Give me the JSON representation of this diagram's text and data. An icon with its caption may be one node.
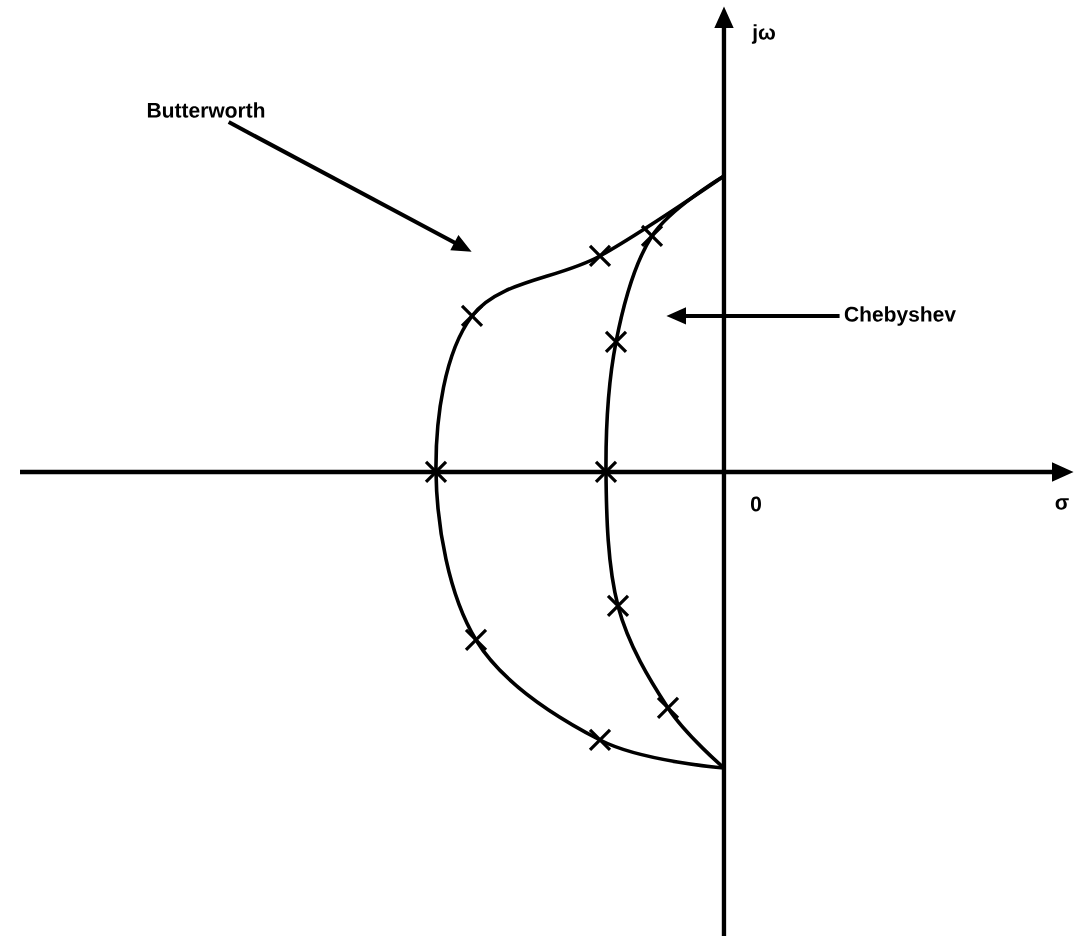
{
  "diagram": {
    "nodes": [
      {
        "text": [
          "Butterworth"
        ]
      },
      {
        "text": [
          "Chebyshev"
        ]
      }
    ],
    "edges": [
      {
        "from": 0,
        "to": null,
        "arrow": "to"
      },
      {
        "from": 1,
        "to": null,
        "arrow": "to"
      }
    ],
    "labels": [
      "jω",
      "0",
      "σ"
    ]
  }
}
